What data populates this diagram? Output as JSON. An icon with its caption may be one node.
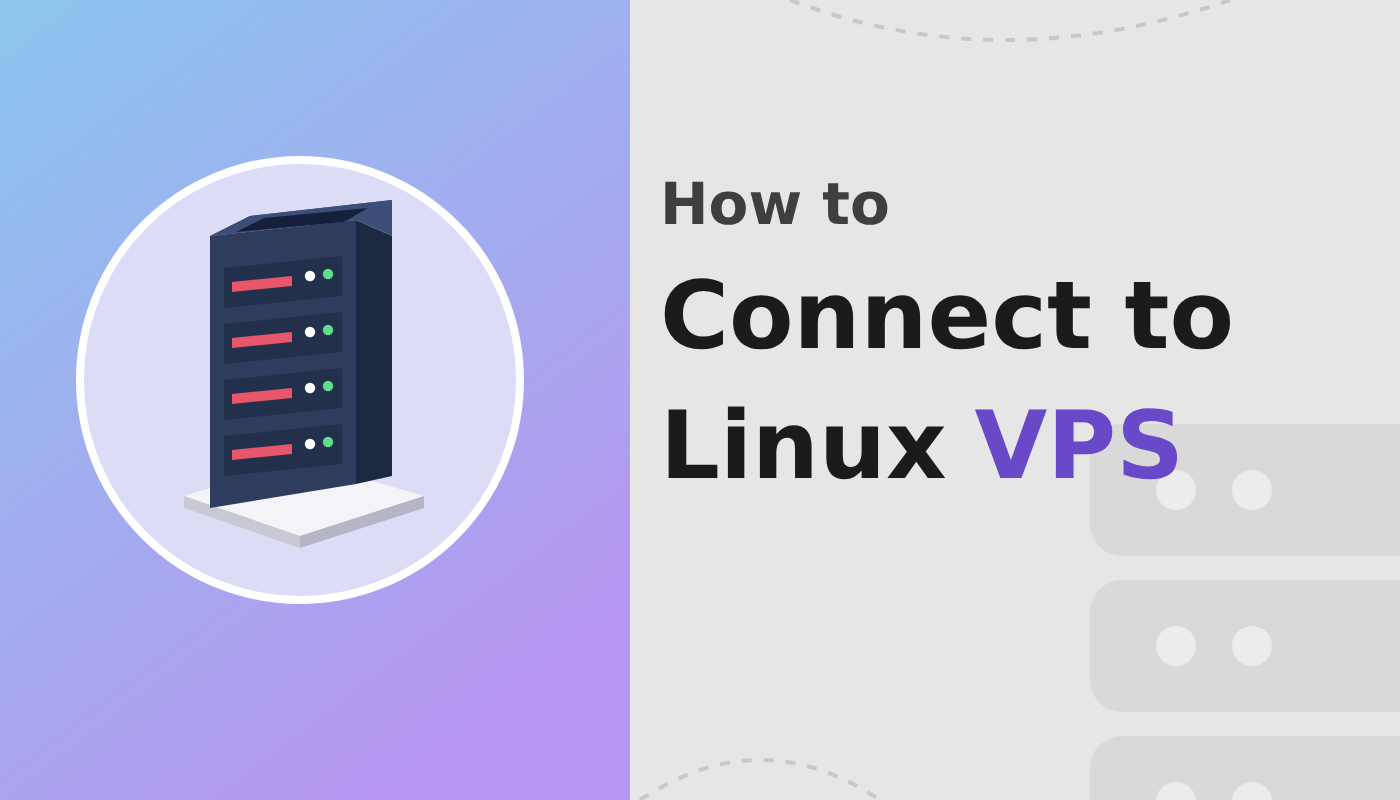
{
  "diagram": {
    "labels": [
      "How to",
      "Connect to",
      "Linux",
      "VPS"
    ]
  }
}
